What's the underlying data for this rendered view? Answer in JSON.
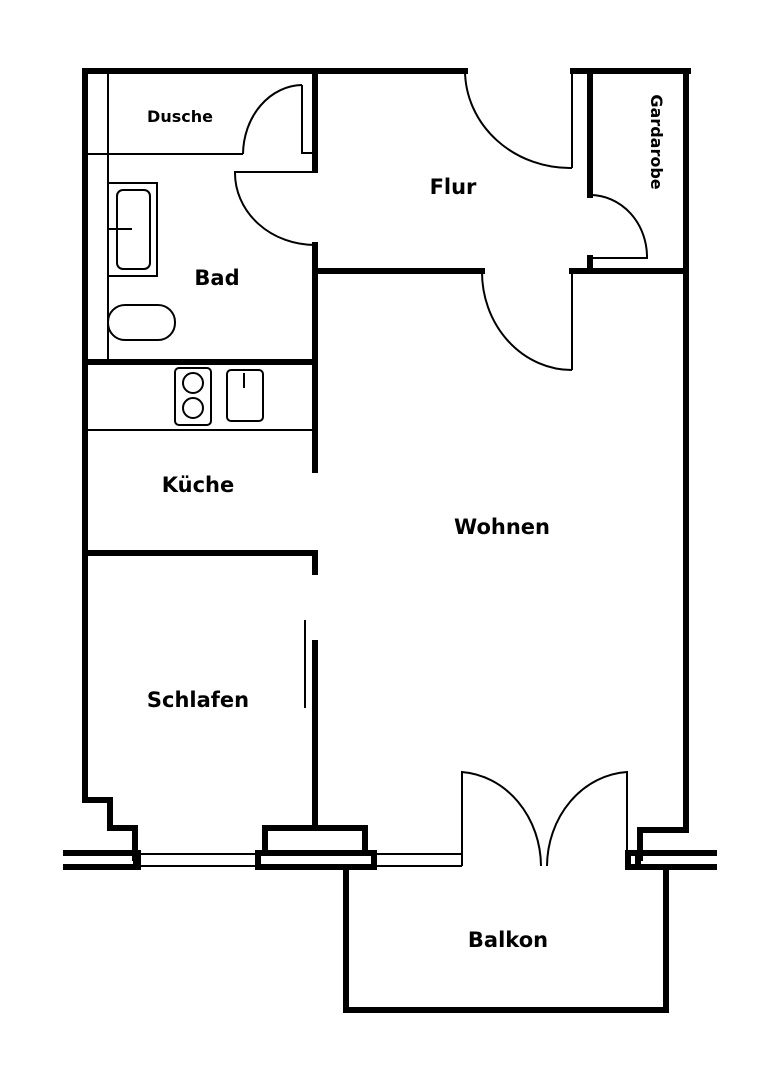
{
  "diagram": {
    "type": "floor_plan",
    "colors": {
      "line": "#000000",
      "background": "#ffffff"
    },
    "rooms": [
      {
        "id": "dusche",
        "label": "Dusche"
      },
      {
        "id": "bad",
        "label": "Bad"
      },
      {
        "id": "flur",
        "label": "Flur"
      },
      {
        "id": "gardarobe",
        "label": "Gardarobe"
      },
      {
        "id": "kueche",
        "label": "Küche"
      },
      {
        "id": "wohnen",
        "label": "Wohnen"
      },
      {
        "id": "schlafen",
        "label": "Schlafen"
      },
      {
        "id": "balkon",
        "label": "Balkon"
      }
    ],
    "fixtures": [
      {
        "id": "bathtub",
        "room": "bad"
      },
      {
        "id": "sink",
        "room": "bad"
      },
      {
        "id": "stove",
        "room": "kueche"
      },
      {
        "id": "kitchen-sink",
        "room": "kueche"
      }
    ]
  }
}
